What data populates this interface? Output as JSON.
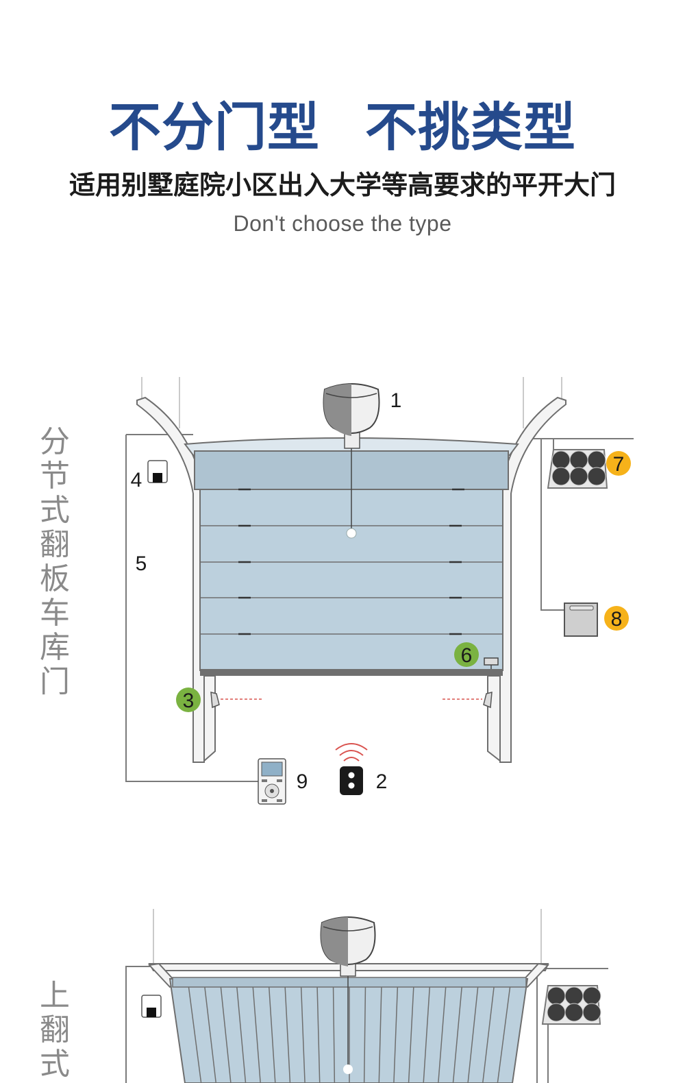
{
  "header": {
    "title_left": "不分门型",
    "title_right": "不挑类型",
    "subtitle": "适用别墅庭院小区出入大学等高要求的平开大门",
    "english": "Don't choose the type"
  },
  "diagram1": {
    "label_chars": [
      "分",
      "节",
      "式",
      "翻",
      "板",
      "车",
      "库",
      "门"
    ],
    "callouts": {
      "n1": "1",
      "n2": "2",
      "n3": "3",
      "n4": "4",
      "n5": "5",
      "n6": "6",
      "n7": "7",
      "n8": "8",
      "n9": "9"
    }
  },
  "diagram2": {
    "label_chars": [
      "上",
      "翻",
      "式"
    ]
  },
  "colors": {
    "title_blue": "#254a8c",
    "door_fill": "#bcd0dd",
    "badge_green": "#7ab241",
    "badge_yellow": "#f6b21a",
    "signal_red": "#d9534f"
  }
}
